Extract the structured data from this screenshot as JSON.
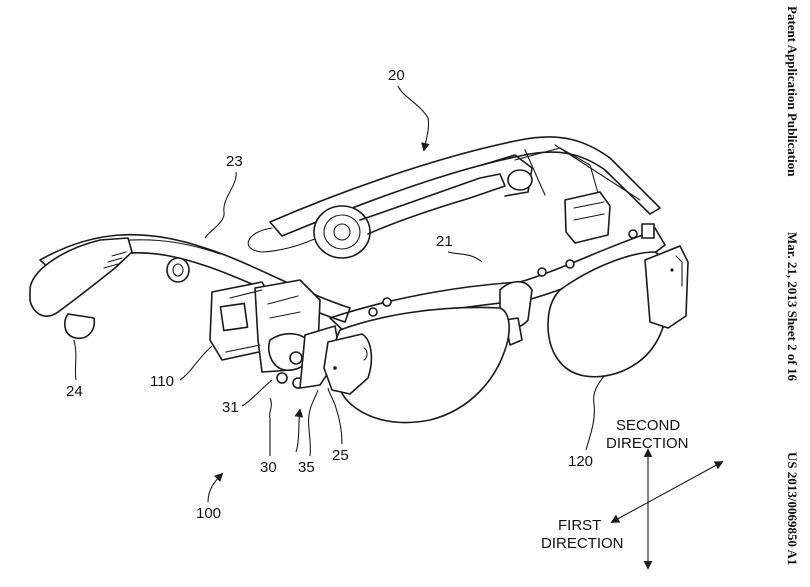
{
  "header": {
    "publication": "Patent Application Publication",
    "date_sheet": "Mar. 21, 2013  Sheet 2 of 16",
    "number": "US 2013/0069850 A1"
  },
  "labels": {
    "l20": "20",
    "l21": "21",
    "l23": "23",
    "l24": "24",
    "l25": "25",
    "l30": "30",
    "l31": "31",
    "l35": "35",
    "l100": "100",
    "l110": "110",
    "l120": "120"
  },
  "directions": {
    "second_line1": "SECOND",
    "second_line2": "DIRECTION",
    "first_line1": "FIRST",
    "first_line2": "DIRECTION"
  }
}
